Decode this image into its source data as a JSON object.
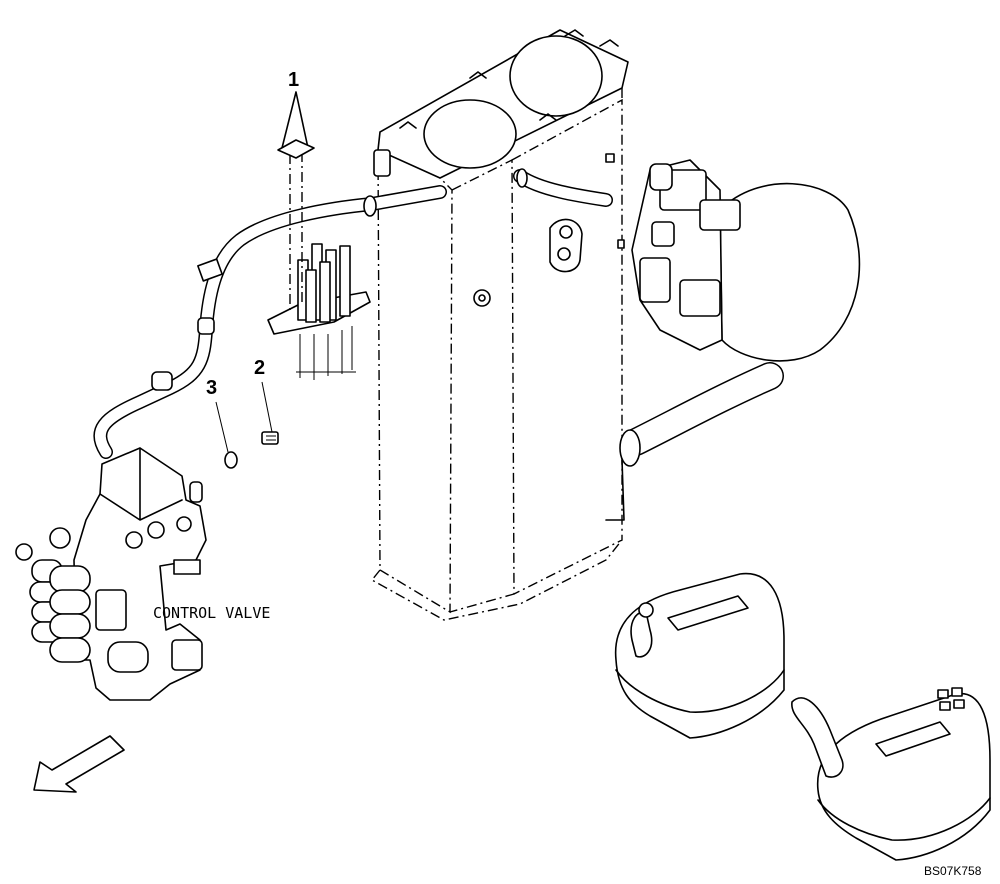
{
  "callouts": [
    {
      "id": "1",
      "text": "1"
    },
    {
      "id": "2",
      "text": "2"
    },
    {
      "id": "3",
      "text": "3"
    }
  ],
  "labels": {
    "control_valve": "CONTROL VALVE",
    "drawing_code": "BS07K758"
  }
}
